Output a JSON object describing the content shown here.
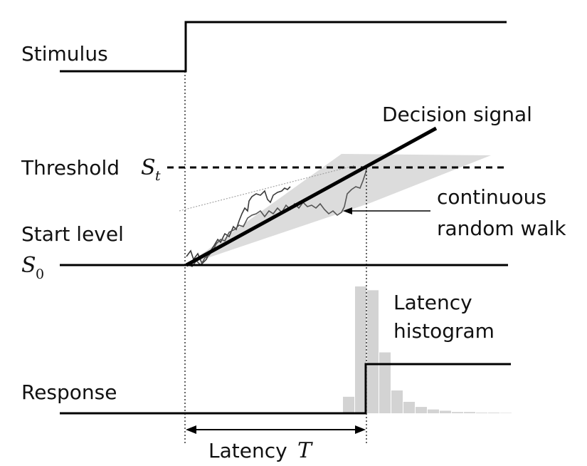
{
  "labels": {
    "stimulus": "Stimulus",
    "threshold": "Threshold",
    "threshold_symbol": "S",
    "threshold_subscript": "t",
    "start_level": "Start level",
    "start_symbol": "S",
    "start_subscript": "0",
    "decision_signal": "Decision signal",
    "random_walk_line1": "continuous",
    "random_walk_line2": "random walk",
    "histogram_line1": "Latency",
    "histogram_line2": "histogram",
    "response": "Response",
    "latency": "Latency",
    "latency_symbol": "T"
  },
  "histogram": {
    "relative_heights": [
      0.13,
      1.0,
      0.97,
      0.48,
      0.18,
      0.09,
      0.05,
      0.03,
      0.02,
      0.01,
      0.01,
      0.005,
      0.005,
      0.003
    ]
  },
  "colors": {
    "line": "#000000",
    "shade": "#d9d9d9",
    "histogram_bar": "#d3d3d3",
    "walk": "#4a4a4a"
  }
}
